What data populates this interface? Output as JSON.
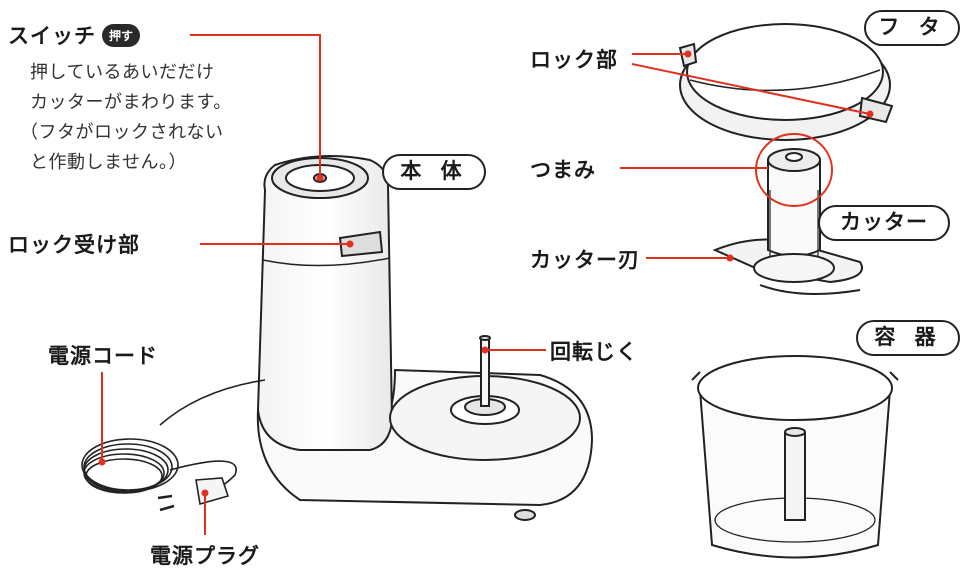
{
  "switch": {
    "label": "スイッチ",
    "badge": "押す",
    "desc_lines": [
      "押しているあいだだけ",
      "カッターがまわります。",
      "（フタがロックされない",
      "と作動しません。）"
    ]
  },
  "labels": {
    "lock_receiver": "ロック受け部",
    "power_cord": "電源コード",
    "power_plug": "電源プラグ",
    "rotation_shaft": "回転じく",
    "lock_part": "ロック部",
    "knob": "つまみ",
    "cutter_blade": "カッター刃"
  },
  "parts": {
    "body": "本 体",
    "lid": "フ タ",
    "cutter": "カッター",
    "container": "容 器"
  },
  "colors": {
    "leader": "#e0301e",
    "outline": "#222222",
    "fill_light": "#ffffff",
    "fill_shade": "#efefef"
  }
}
